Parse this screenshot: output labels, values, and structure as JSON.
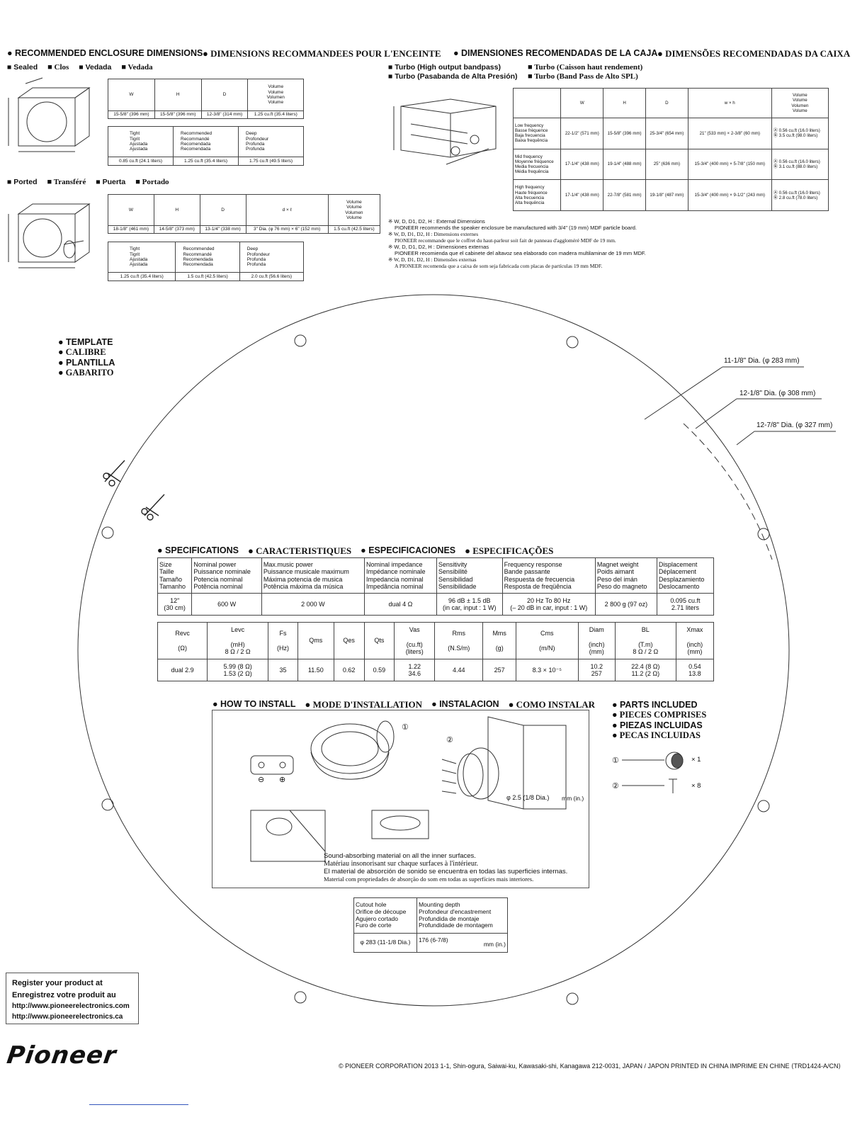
{
  "headers": {
    "en": "● RECOMMENDED ENCLOSURE DIMENSIONS",
    "fr": "● DIMENSIONS RECOMMANDEES POUR L'ENCEINTE",
    "es": "● DIMENSIONES RECOMENDADAS DE LA CAJA",
    "pt": "● DIMENSÕES RECOMENDADAS DA CAIXA"
  },
  "sealed": {
    "labels": [
      "■ Sealed",
      "■ Clos",
      "■ Vedada",
      "■ Vedada"
    ],
    "dim_head": [
      "W",
      "H",
      "D",
      "Volume\nVolume\nVolumen\nVolume"
    ],
    "dim_vals": [
      "15-5/8\" (396 mm)",
      "15-5/8\" (396 mm)",
      "12-3/8\" (314 mm)",
      "1.25 cu.ft (35.4 liters)"
    ],
    "vol_head": [
      "Tight\nTigrit\nAjustada\nAjustada",
      "Recommended\nRecommandé\nRecomendada\nRecomendada",
      "Deep\nProfondeur\nProfunda\nProfunda"
    ],
    "vol_vals": [
      "0.85 cu.ft (24.1 liters)",
      "1.25 cu.ft (35.4 liters)",
      "1.75 cu.ft (49.5 liters)"
    ]
  },
  "ported": {
    "labels": [
      "■ Ported",
      "■ Transféré",
      "■ Puerta",
      "■ Portado"
    ],
    "dim_head": [
      "W",
      "H",
      "D",
      "d × ℓ",
      "Volume\nVolume\nVolumen\nVolume"
    ],
    "dim_vals": [
      "18-1/8\" (461 mm)",
      "14-5/8\" (373 mm)",
      "13-1/4\" (338 mm)",
      "3\" Dia. (φ 76 mm) × 6\" (152 mm)",
      "1.5 cu.ft (42.5 liters)"
    ],
    "vol_head": [
      "Tight\nTigrit\nAjustada\nAjustada",
      "Recommended\nRecommandé\nRecomendada\nRecomendada",
      "Deep\nProfondeur\nProfunda\nProfunda"
    ],
    "vol_vals": [
      "1.25 cu.ft (35.4 liters)",
      "1.5 cu.ft (42.5 liters)",
      "2.0 cu.ft (56.6 liters)"
    ]
  },
  "turbo": {
    "labels": [
      "■ Turbo (High output bandpass)",
      "■ Turbo (Caisson haut rendement)",
      "■ Turbo (Pasabanda de Alta Presión)",
      "■ Turbo (Band Pass de Alto SPL)"
    ],
    "head": [
      "W",
      "H",
      "D",
      "w × h",
      "Volume\nVolume\nVolumen\nVolume"
    ],
    "rows": [
      {
        "label": "Low frequency\nBasse fréquence\nBaja frecuencia\nBaixa frequência",
        "w": "22-1/2\" (571 mm)",
        "h": "15-5/8\" (396 mm)",
        "d": "25-3/4\" (654 mm)",
        "wh": "21\" (533 mm) × 2-3/8\" (60 mm)",
        "vol": "Ⓐ 0.56 cu.ft (16.0 liters)\nⒷ 3.5 cu.ft (98.0 liters)"
      },
      {
        "label": "Mid frequency\nMoyenne fréquence\nMedia frecuencia\nMédia frequência",
        "w": "17-1/4\" (438 mm)",
        "h": "19-1/4\" (488 mm)",
        "d": "25\" (636 mm)",
        "wh": "15-3/4\" (400 mm) × 5-7/8\" (150 mm)",
        "vol": "Ⓐ 0.56 cu.ft (16.0 liters)\nⒷ 3.1 cu.ft (88.0 liters)"
      },
      {
        "label": "High frequency\nHaute fréquence\nAlta frecuencia\nAlta frequência",
        "w": "17-1/4\" (438 mm)",
        "h": "22-7/8\" (581 mm)",
        "d": "19-1/8\" (487 mm)",
        "wh": "15-3/4\" (400 mm) × 9-1/2\" (243 mm)",
        "vol": "Ⓐ 0.56 cu.ft (16.0 liters)\nⒷ 2.8 cu.ft (78.0 liters)"
      }
    ],
    "notes": [
      "※ W, D, D1, D2, H : External Dimensions",
      "PIONEER recommends the speaker enclosure be manufactured with 3/4\" (19 mm) MDF particle board.",
      "※ W, D, D1, D2, H : Dimensions externes",
      "PIONEER recommande que le coffret du haut-parleur soit fait de panneau d'aggloméré MDF de 19 mm.",
      "※ W, D, D1, D2, H : Dimensiones externas",
      "PIONEER recomienda que el cabinete del altavoz sea elaborado con madera multilaminar de 19 mm MDF.",
      "※ W, D, D1, D2, H : Dimensões externas",
      "A PIONEER recomenda que a caixa de som seja fabricada com placas de partículas 19 mm MDF."
    ]
  },
  "template": [
    "● TEMPLATE",
    "● CALIBRE",
    "● PLANTILLA",
    "● GABARITO"
  ],
  "dims": [
    "11-1/8\" Dia. (φ 283 mm)",
    "12-1/8\" Dia. (φ 308 mm)",
    "12-7/8\" Dia. (φ 327 mm)"
  ],
  "specs": {
    "headers": [
      "● SPECIFICATIONS",
      "● CARACTERISTIQUES",
      "● ESPECIFICACIONES",
      "● ESPECIFICAÇÕES"
    ],
    "t1_head": [
      "Size\nTaille\nTamaño\nTamanho",
      "Nominal power\nPuissance nominale\nPotencia nominal\nPotência nominal",
      "Max.music power\nPuissance musicale maximum\nMáxima potencia de musica\nPotência máxima da música",
      "Nominal impedance\nImpédance nominale\nImpedancia nominal\nImpedância nominal",
      "Sensitivity\nSensibilité\nSensibilidad\nSensibilidade",
      "Frequency response\nBande passante\nRespuesta de frecuencia\nResposta de freqüência",
      "Magnet weight\nPoids aimant\nPeso del imán\nPeso do magneto",
      "Displacement\nDéplacement\nDesplazamiento\nDeslocamento"
    ],
    "t1_vals": [
      "12\"\n(30 cm)",
      "600 W",
      "2 000 W",
      "dual 4 Ω",
      "96 dB ± 1.5 dB\n(in car, input : 1 W)",
      "20 Hz To 80 Hz\n(– 20 dB in car, input : 1 W)",
      "2 800 g (97 oz)",
      "0.095 cu.ft\n2.71 liters"
    ],
    "t2_head": [
      "Revc\n\n(Ω)",
      "Levc\n\n(mH)\n8 Ω / 2 Ω",
      "Fs\n\n(Hz)",
      "Qms",
      "Qes",
      "Qts",
      "Vas\n\n(cu.ft)\n(liters)",
      "Rms\n\n(N.S/m)",
      "Mms\n\n(g)",
      "Cms\n\n(m/N)",
      "Diam\n\n(inch)\n(mm)",
      "BL\n\n(T.m)\n8 Ω / 2 Ω",
      "Xmax\n\n(inch)\n(mm)"
    ],
    "t2_vals": [
      "dual 2.9",
      "5.99 (8 Ω)\n1.53 (2 Ω)",
      "35",
      "11.50",
      "0.62",
      "0.59",
      "1.22\n34.6",
      "4.44",
      "257",
      "8.3 × 10⁻⁵",
      "10.2\n257",
      "22.4 (8 Ω)\n11.2 (2 Ω)",
      "0.54\n13.8"
    ]
  },
  "install": {
    "headers": [
      "● HOW TO INSTALL",
      "● MODE D'INSTALLATION",
      "● INSTALACION",
      "● COMO INSTALAR"
    ],
    "callout1": "①",
    "callout2": "②",
    "screw_dia": "φ 2.5 (1/8 Dia.)",
    "unit": "mm (in.)",
    "absorb": [
      "Sound-absorbing material on all the inner surfaces.",
      "Matériau insonorisant sur chaque surfaces à l'intérieur.",
      "El material de absorción de sonido se encuentra en todas las superficies internas.",
      "Material com propriedades de absorção do som em todas as superfícies mais interiores."
    ],
    "terminal_minus": "⊖",
    "terminal_plus": "⊕"
  },
  "parts": {
    "headers": [
      "● PARTS INCLUDED",
      "● PIECES COMPRISES",
      "● PIEZAS INCLUIDAS",
      "● PECAS INCLUIDAS"
    ],
    "items": [
      {
        "num": "①",
        "qty": "× 1"
      },
      {
        "num": "②",
        "qty": "× 8"
      }
    ]
  },
  "cutout": {
    "head1": "Cutout hole\nOrifice de découpe\nAgujero cortado\nFuro de corte",
    "head2": "Mounting depth\nProfondeur d'encastrement\nProfundida de montaje\nProfundidade de montagem",
    "val1": "φ 283 (11-1/8 Dia.)",
    "val2": "176 (6-7/8)",
    "unit": "mm (in.)"
  },
  "register": [
    "Register your product at",
    "Enregistrez votre produit au",
    "http://www.pioneerelectronics.com",
    "http://www.pioneerelectronics.ca"
  ],
  "logo": "Pioneer",
  "footer": "© PIONEER CORPORATION  2013  1-1, Shin-ogura, Saiwai-ku, Kawasaki-shi, Kanagawa 212-0031, JAPAN / JAPON   PRINTED IN CHINA  IMPRIME EN CHINE   ⟨TRD1424-A/CN⟩"
}
